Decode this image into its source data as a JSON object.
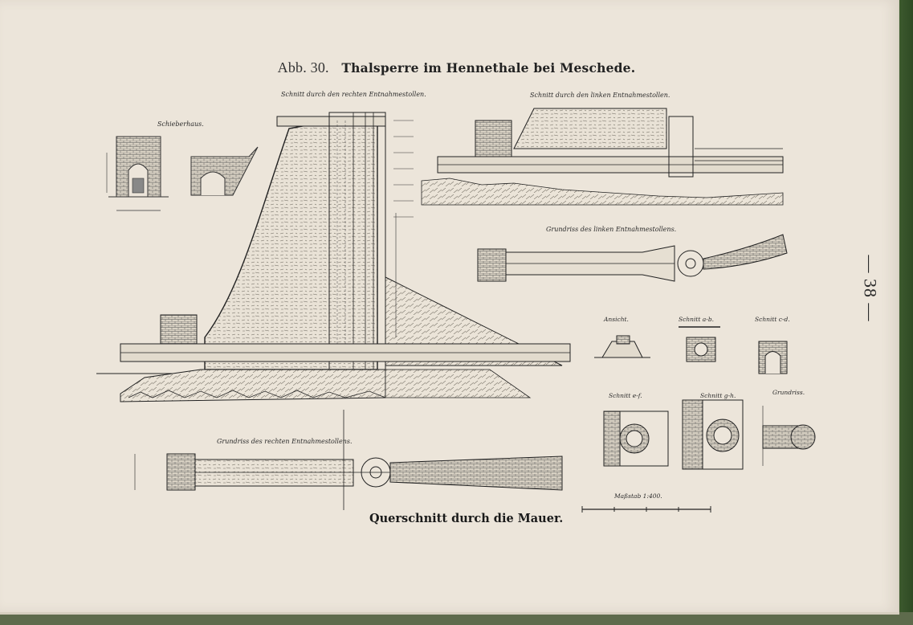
{
  "figure": {
    "number": "Abb. 30.",
    "title": "Thalsperre im Hennethale bei Meschede."
  },
  "caption": "Querschnitt durch die Mauer.",
  "page_number": "— 38 —",
  "labels": {
    "schieberhaus": "Schieberhaus.",
    "schnitt_rechter": "Schnitt durch den rechten Entnahmestollen.",
    "schnitt_linker": "Schnitt durch den linken Entnahmestollen.",
    "grundriss_linker": "Grundriss des linken Entnahmestollens.",
    "grundriss_rechter": "Grundriss des rechten Entnahmestollens.",
    "ansicht": "Ansicht.",
    "schnitt_ab": "Schnitt a-b.",
    "schnitt_cd": "Schnitt c-d.",
    "schnitt_ef": "Schnitt e-f.",
    "schnitt_gh": "Schnitt g-h.",
    "grundriss": "Grundriss.",
    "massstab": "Maßstab 1:400."
  }
}
